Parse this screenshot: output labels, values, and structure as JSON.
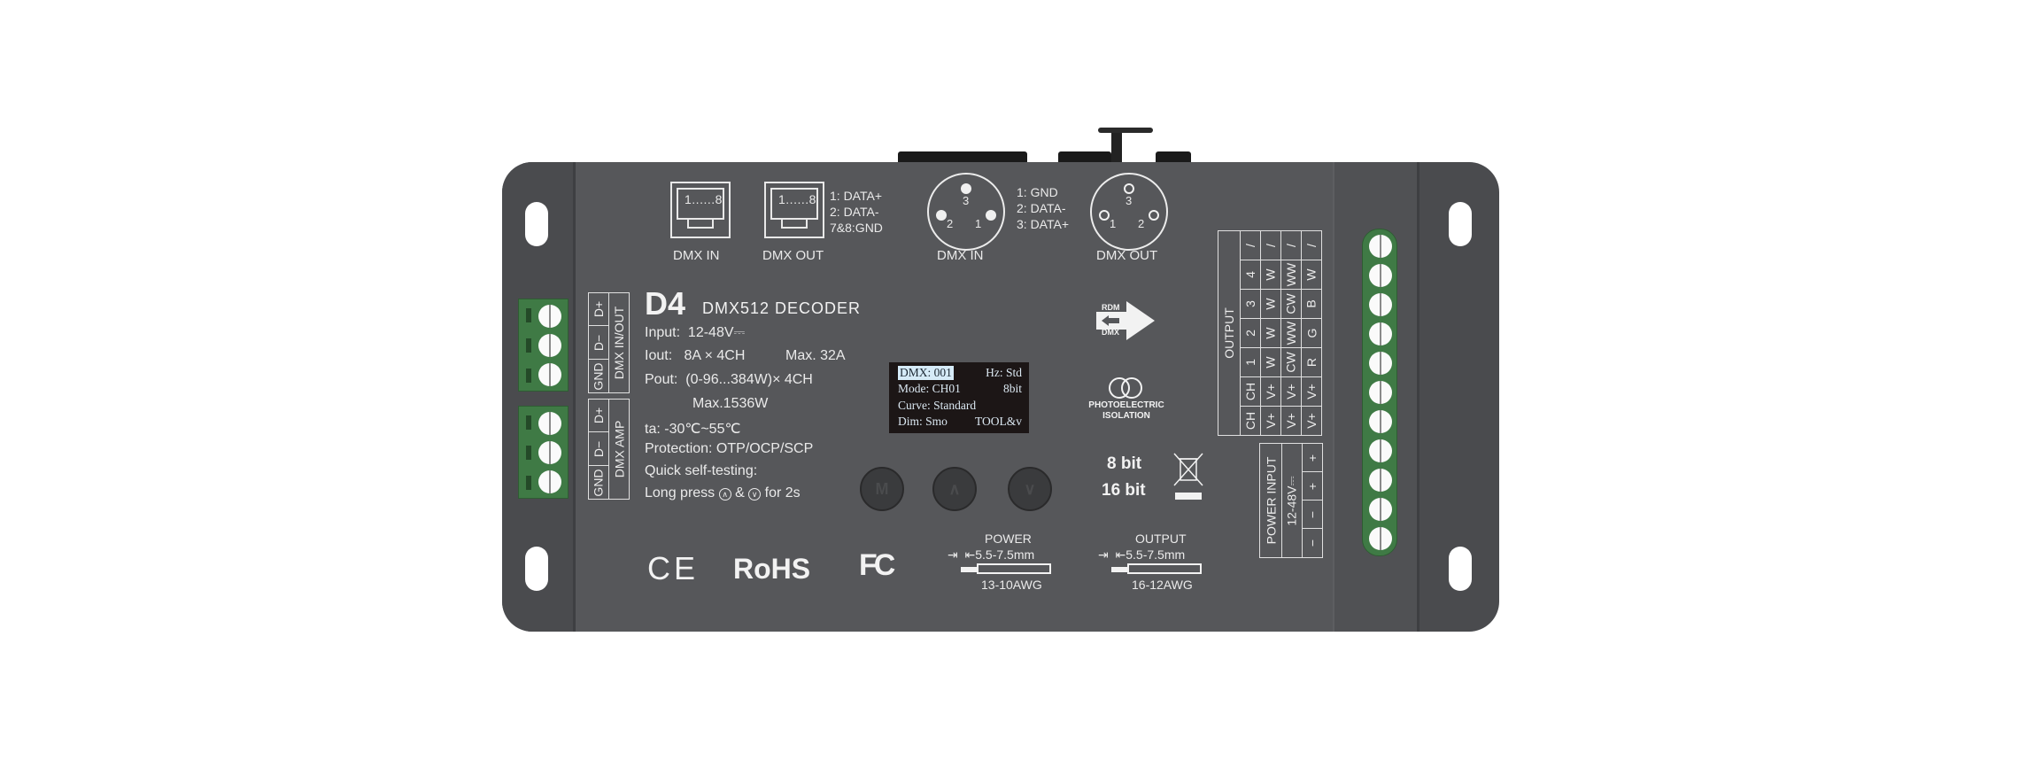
{
  "product": {
    "model": "D4",
    "subtitle": "DMX512 DECODER",
    "colors": {
      "body": "#56575a",
      "flange": "#4a4b4e",
      "terminal_green": "#3f7a45",
      "print": "#f0f0f0",
      "oled_bg": "#1c1616",
      "oled_text": "#dbe8f2"
    }
  },
  "top_ports": {
    "rj45_in": {
      "pins": "1......8",
      "label": "DMX  IN"
    },
    "rj45_out": {
      "pins": "1......8",
      "label": "DMX OUT"
    },
    "rj45_pinout": [
      "1: DATA+",
      "2: DATA-",
      "7&8:GND"
    ],
    "xlr_in": {
      "label": "DMX  IN",
      "pins": [
        "3",
        "2",
        "1"
      ]
    },
    "xlr_pinout": [
      "1: GND",
      "2: DATA-",
      "3: DATA+"
    ],
    "xlr_out": {
      "label": "DMX OUT",
      "pins": [
        "3",
        "1",
        "2"
      ]
    }
  },
  "left_terminals": {
    "group1": {
      "title": "DMX IN/OUT",
      "pins": [
        "D+",
        "D−",
        "GND"
      ]
    },
    "group2": {
      "title": "DMX AMP",
      "pins": [
        "D+",
        "D−",
        "GND"
      ]
    }
  },
  "specs": {
    "input_label": "Input:",
    "input_value": "12-48V⎓",
    "iout_label": "Iout:",
    "iout_value": "8A × 4CH",
    "iout_max": "Max. 32A",
    "pout_label": "Pout:",
    "pout_value": "(0-96...384W)× 4CH",
    "pout_max": "Max.1536W",
    "ta": "ta:  -30℃~55℃",
    "protection": "Protection:  OTP/OCP/SCP",
    "self_test_title": "Quick self-testing:",
    "self_test_prefix": "Long  press",
    "self_test_mid": "&",
    "self_test_suffix": "for 2s"
  },
  "oled": {
    "rows": [
      {
        "left": "DMX: 001",
        "right": "Hz: Std"
      },
      {
        "left": "Mode: CH01",
        "right": "8bit"
      },
      {
        "left": "Curve: Standard",
        "right": ""
      },
      {
        "left": "Dim: Smo",
        "right": "TOOL&v"
      }
    ]
  },
  "buttons": [
    {
      "name": "mode",
      "glyph": "M"
    },
    {
      "name": "up",
      "glyph": "∧"
    },
    {
      "name": "down",
      "glyph": "∨"
    }
  ],
  "badges": {
    "rdm_top": "RDM",
    "rdm_bottom": "DMX",
    "isolation_line1": "PHOTOELECTRIC",
    "isolation_line2": "ISOLATION",
    "bit8": "8 bit",
    "bit16": "16 bit",
    "ce": "CE",
    "rohs": "RoHS",
    "fc": "FC"
  },
  "wire_specs": [
    {
      "title": "POWER",
      "strip": "5.5-7.5mm",
      "gauge": "13-10AWG"
    },
    {
      "title": "OUTPUT",
      "strip": "5.5-7.5mm",
      "gauge": "16-12AWG"
    }
  ],
  "output_table": {
    "title": "OUTPUT",
    "columns": [
      [
        "CH",
        "CH",
        "1",
        "2",
        "3",
        "4",
        "/"
      ],
      [
        "V+",
        "V+",
        "W",
        "W",
        "W",
        "W",
        "/"
      ],
      [
        "V+",
        "V+",
        "CW",
        "WW",
        "CW",
        "WW",
        "/"
      ],
      [
        "V+",
        "V+",
        "R",
        "G",
        "B",
        "W",
        "/"
      ]
    ]
  },
  "power_input": {
    "title": "POWER INPUT",
    "voltage": "12-48V⎓",
    "pins": [
      "+",
      "+",
      "−",
      "−"
    ]
  },
  "right_terminal": {
    "screw_count": 11
  }
}
